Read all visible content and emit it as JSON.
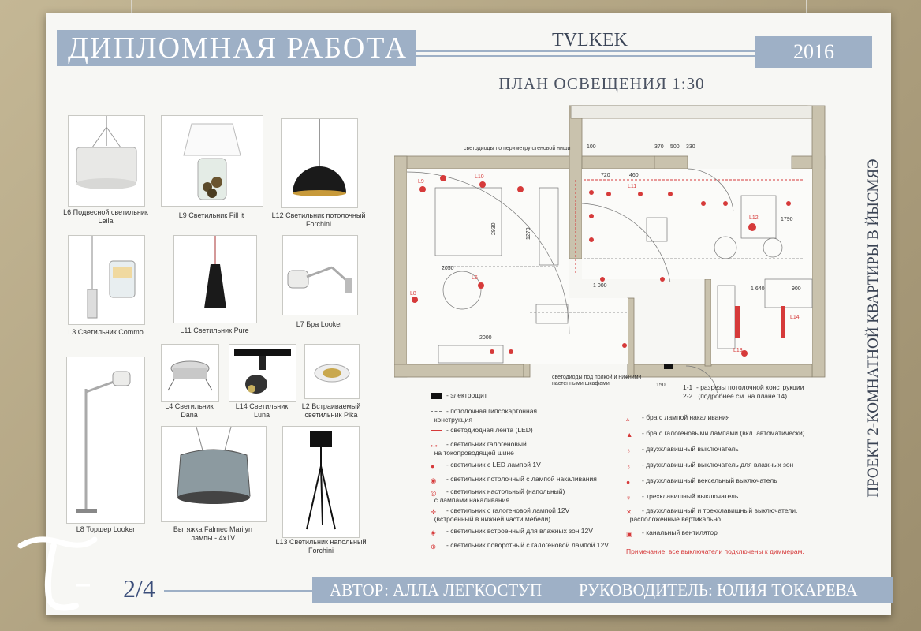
{
  "header": {
    "title": "ДИПЛОМНАЯ   РАБОТА",
    "brand": "TVLKEK",
    "year": "2016",
    "plan_title": "ПЛАН ОСВЕЩЕНИЯ 1:30",
    "vertical_title": "ПРОЕКТ 2-КОМНАТНОЙ КВАРТИРЫ В ЙЫСМЯЭ"
  },
  "fixtures": [
    {
      "label": "L6 Подвесной светильник\nLeila"
    },
    {
      "label": "L9 Светильник Fill it"
    },
    {
      "label": "L12 Светильник потолочный\nForchini"
    },
    {
      "label": "L3 Светильник Commo"
    },
    {
      "label": "L11 Светильник Pure"
    },
    {
      "label": "L7 Бра Looker"
    },
    {
      "label": "L4 Светильник\nDana"
    },
    {
      "label": "L14 Светильник\nLuna"
    },
    {
      "label": "L2 Встраиваемый\nсветильник Pika"
    },
    {
      "label": "L8 Торшер Looker"
    },
    {
      "label": "Вытяжка Falmec Marilyn\nлампы - 4x1V"
    },
    {
      "label": "L13 Светильник напольный\nForchini"
    }
  ],
  "plan_labels": {
    "top_note": "светодиоды по периметру стеновой ниши",
    "bottom_note": "светодиоды под полкой и нижними\nнастенными шкафами",
    "d1": "720",
    "d2": "460",
    "d3": "370",
    "d4": "500",
    "d5": "330",
    "d6": "100",
    "d7": "2050",
    "d8": "2000",
    "d9": "1 000",
    "d10": "1 640",
    "d11": "900",
    "d12": "1790",
    "d13": "2930",
    "d14": "1270",
    "d15": "150",
    "l6": "L6",
    "l8": "L8",
    "l9": "L9",
    "l10": "L10",
    "l11": "L11",
    "l12": "L12",
    "l13": "L13",
    "l14": "L14"
  },
  "section_note": "1-1  - разрезы потолочной конструкции\n2-2   (подробнее см. на плане 14)",
  "legend_left": [
    "- электрощит",
    "- потолочная гипсокартонная\n  конструкция",
    "- светодиодная лента (LED)",
    "- светильник галогеновый\n  на токопроводящей шине",
    "- светильник с LED лампой 1V",
    "- светильник потолочный с лампой накаливания",
    "- светильник настольный (напольный)\n  с лампами накаливания",
    "- светильник с галогеновой лампой 12V\n  (встроенный в нижней части мебели)",
    "- светильник встроенный для влажных зон 12V",
    "- светильник поворотный с галогеновой лампой 12V"
  ],
  "legend_right": [
    "- бра с лампой накаливания",
    "- бра с галогеновыми лампами (вкл. автоматически)",
    "- двухклавишный выключатель",
    "- двухклавишный выключатель для влажных зон",
    "- двухклавишный вексельный выключатель",
    "- трехклавишный выключатель",
    "- двухклавишный и трехклавишный выключатели,\n  расположенные вертикально",
    "- канальный вентилятор"
  ],
  "legend_note": "Примечание: все выключатели подключены к диммерам.",
  "footer": {
    "page": "2/4",
    "author": "АВТОР: АЛЛА ЛЕГКОСТУП",
    "supervisor": "РУКОВОДИТЕЛЬ: ЮЛИЯ ТОКАРЕВА"
  },
  "colors": {
    "accent": "#9eb0c6",
    "wall": "#c9c2ad",
    "red": "#d63a3a"
  }
}
